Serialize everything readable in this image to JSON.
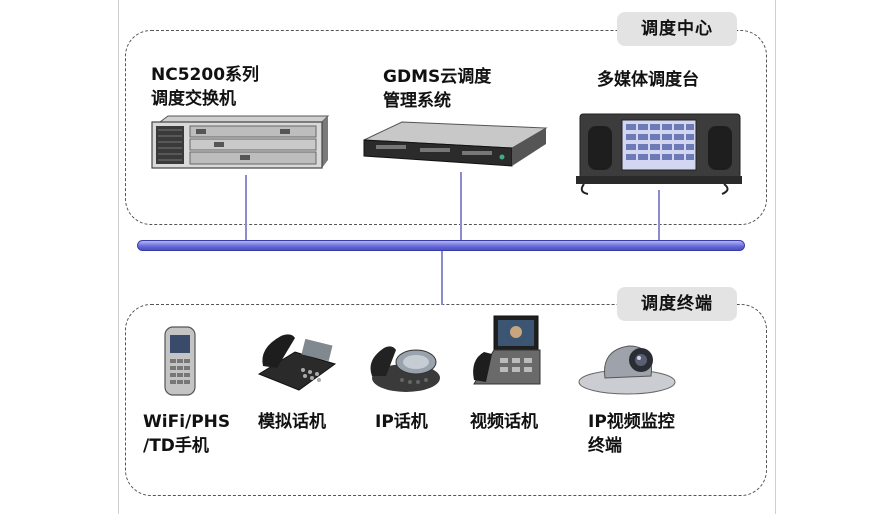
{
  "zones": {
    "center": {
      "label": "调度中心"
    },
    "terminals": {
      "label": "调度终端"
    }
  },
  "center_devices": [
    {
      "line1": "NC5200系列",
      "line2": "调度交换机",
      "icon": "rack-switch-icon"
    },
    {
      "line1": "GDMS云调度",
      "line2": "管理系统",
      "icon": "server-icon"
    },
    {
      "line1": "多媒体调度台",
      "line2": "",
      "icon": "dispatch-console-icon"
    }
  ],
  "terminal_devices": [
    {
      "line1": "WiFi/PHS",
      "line2": "/TD手机",
      "icon": "mobile-phone-icon"
    },
    {
      "line1": "模拟话机",
      "line2": "",
      "icon": "analog-phone-icon"
    },
    {
      "line1": "IP话机",
      "line2": "",
      "icon": "ip-phone-icon"
    },
    {
      "line1": "视频话机",
      "line2": "",
      "icon": "video-phone-icon"
    },
    {
      "line1": "IP视频监控",
      "line2": "终端",
      "icon": "ptz-camera-icon"
    }
  ],
  "colors": {
    "bus": "#6668d8",
    "connector": "#8a8ccf",
    "zone_border": "#555555",
    "label_bg": "#e3e3e3"
  }
}
